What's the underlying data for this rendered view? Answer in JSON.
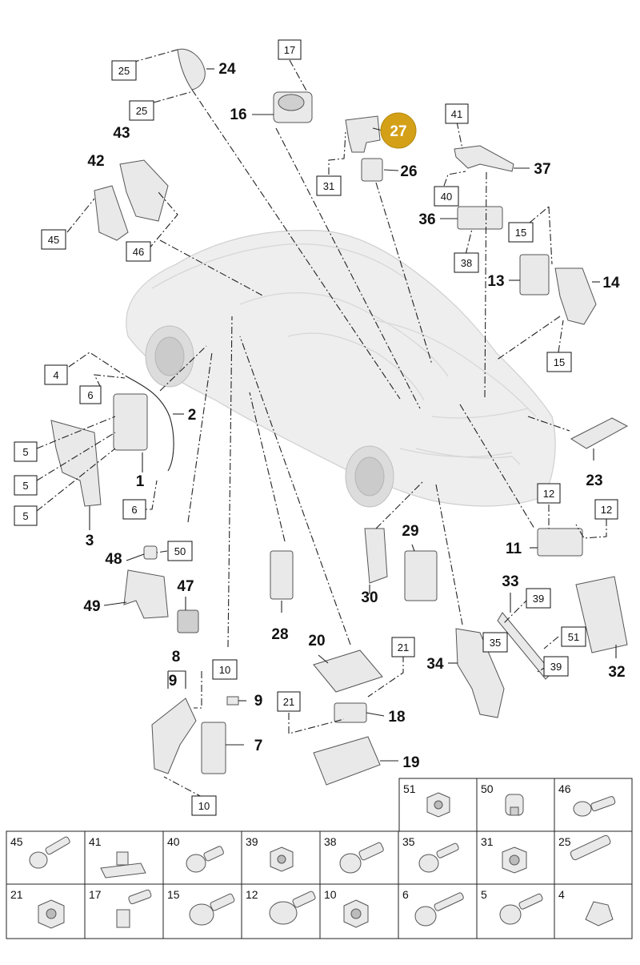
{
  "highlight_color": "#d4a017",
  "callouts": {
    "c1": "1",
    "c2": "2",
    "c3": "3",
    "c7": "7",
    "c8": "8",
    "c9a": "9",
    "c9b": "9",
    "c11": "11",
    "c13": "13",
    "c14": "14",
    "c16": "16",
    "c18": "18",
    "c19": "19",
    "c20": "20",
    "c23": "23",
    "c24": "24",
    "c26": "26",
    "c27": "27",
    "c28": "28",
    "c29": "29",
    "c30": "30",
    "c32": "32",
    "c33": "33",
    "c34": "34",
    "c36": "36",
    "c37": "37",
    "c42": "42",
    "c43": "43",
    "c47": "47",
    "c48": "48",
    "c49": "49"
  },
  "boxed": {
    "b25a": "25",
    "b25b": "25",
    "b17": "17",
    "b31": "31",
    "b41": "41",
    "b40": "40",
    "b38": "38",
    "b15a": "15",
    "b15b": "15",
    "b45": "45",
    "b46": "46",
    "b4": "4",
    "b6a": "6",
    "b6b": "6",
    "b5a": "5",
    "b5b": "5",
    "b5c": "5",
    "b50": "50",
    "b12a": "12",
    "b12b": "12",
    "b21a": "21",
    "b21b": "21",
    "b10a": "10",
    "b10b": "10",
    "b39a": "39",
    "b39b": "39",
    "b35": "35",
    "b51": "51"
  },
  "fastener_table": {
    "row1": [
      "51",
      "50",
      "46"
    ],
    "row2": [
      "45",
      "41",
      "40",
      "39",
      "38",
      "35",
      "31",
      "25"
    ],
    "row3": [
      "21",
      "17",
      "15",
      "12",
      "10",
      "6",
      "5",
      "4"
    ]
  }
}
